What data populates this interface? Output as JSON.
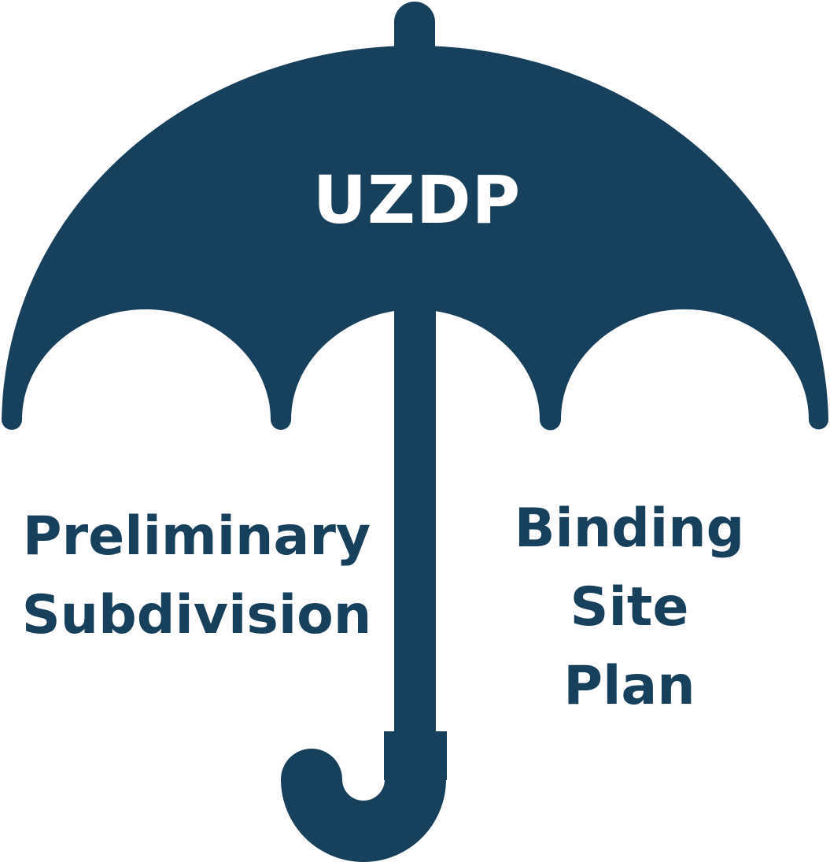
{
  "colors": {
    "umbrella": "#17405c",
    "canopy_text": "#ffffff",
    "label_text": "#17405c",
    "background": "#ffffff"
  },
  "canopy": {
    "label": "UZDP"
  },
  "left_item": {
    "lines": [
      "Preliminary",
      "Subdivision"
    ]
  },
  "right_item": {
    "lines": [
      "Binding Site",
      "Plan"
    ]
  }
}
